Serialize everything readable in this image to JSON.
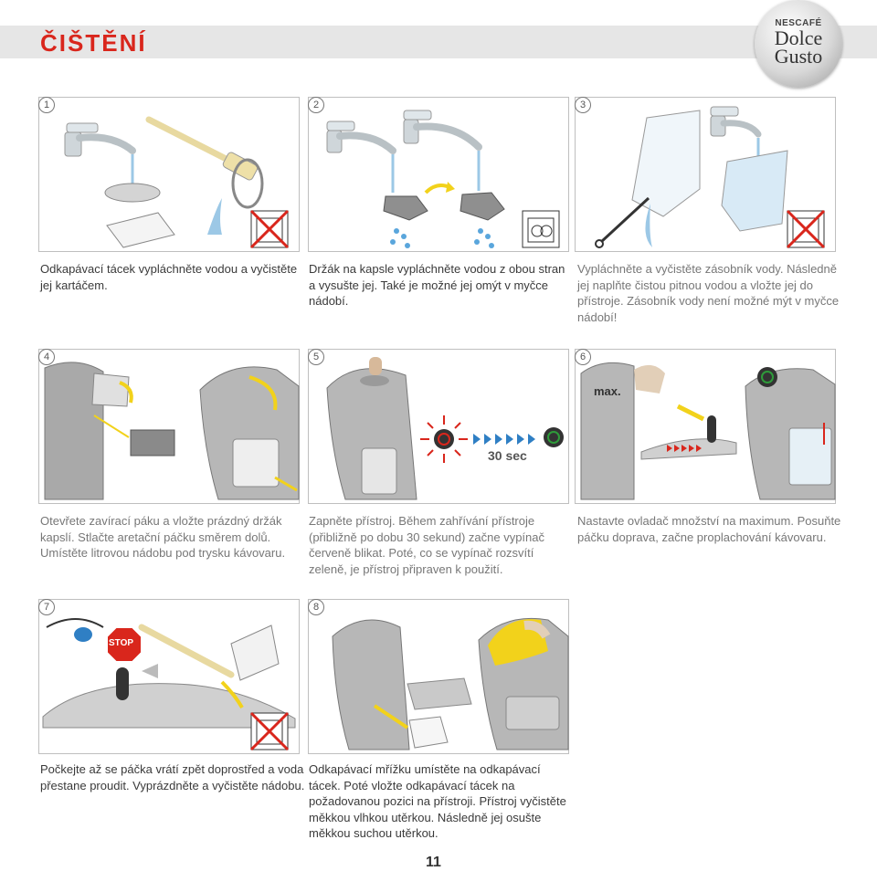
{
  "header": {
    "title": "ČIŠTĚNÍ",
    "logo_top": "NESCAFÉ",
    "logo_brand": "Dolce Gusto"
  },
  "steps": [
    {
      "number": "1",
      "caption": "Odkapávací tácek vypláchněte vodou a vyčistěte jej kartáčem."
    },
    {
      "number": "2",
      "caption": "Držák na kapsle vypláchněte vodou z obou stran a vysušte jej. Také je možné jej omýt v myčce nádobí."
    },
    {
      "number": "3",
      "caption": "Vypláchněte a vyčistěte zásobník vody. Následně jej naplňte čistou pitnou vodou a vložte jej do přístroje. Zásobník vody není možné mýt v myčce nádobí!"
    },
    {
      "number": "4",
      "caption": "Otevřete zavírací páku a vložte prázdný držák kapslí. Stlačte aretační páčku směrem dolů. Umístěte litrovou nádobu pod trysku kávovaru."
    },
    {
      "number": "5",
      "caption": "Zapněte přístroj. Během zahřívání přístroje (přibližně po dobu 30 sekund) začne vypínač červeně blikat. Poté, co se vypínač rozsvítí zeleně, je přístroj připraven k použití.",
      "timer": "30 sec"
    },
    {
      "number": "6",
      "caption": "Nastavte ovladač množství na maximum. Posuňte páčku doprava, začne proplachování kávovaru.",
      "max_label": "max."
    },
    {
      "number": "7",
      "caption": "Počkejte až se páčka vrátí zpět doprostřed a voda přestane proudit. Vyprázdněte a vyčistěte nádobu.",
      "stop_label": "STOP"
    },
    {
      "number": "8",
      "caption": "Odkapávací mřížku umístěte na odkapávací tácek. Poté vložte odkapávací tácek na požadovanou pozici na přístroji. Přístroj vyčistěte měkkou vlhkou utěrkou. Následně jej osušte měkkou suchou utěrkou."
    }
  ],
  "page_number": "11",
  "colors": {
    "title": "#d9261c",
    "accent_yellow": "#f2d21b",
    "power_red": "#d9261c",
    "power_green": "#2e9b3a"
  }
}
